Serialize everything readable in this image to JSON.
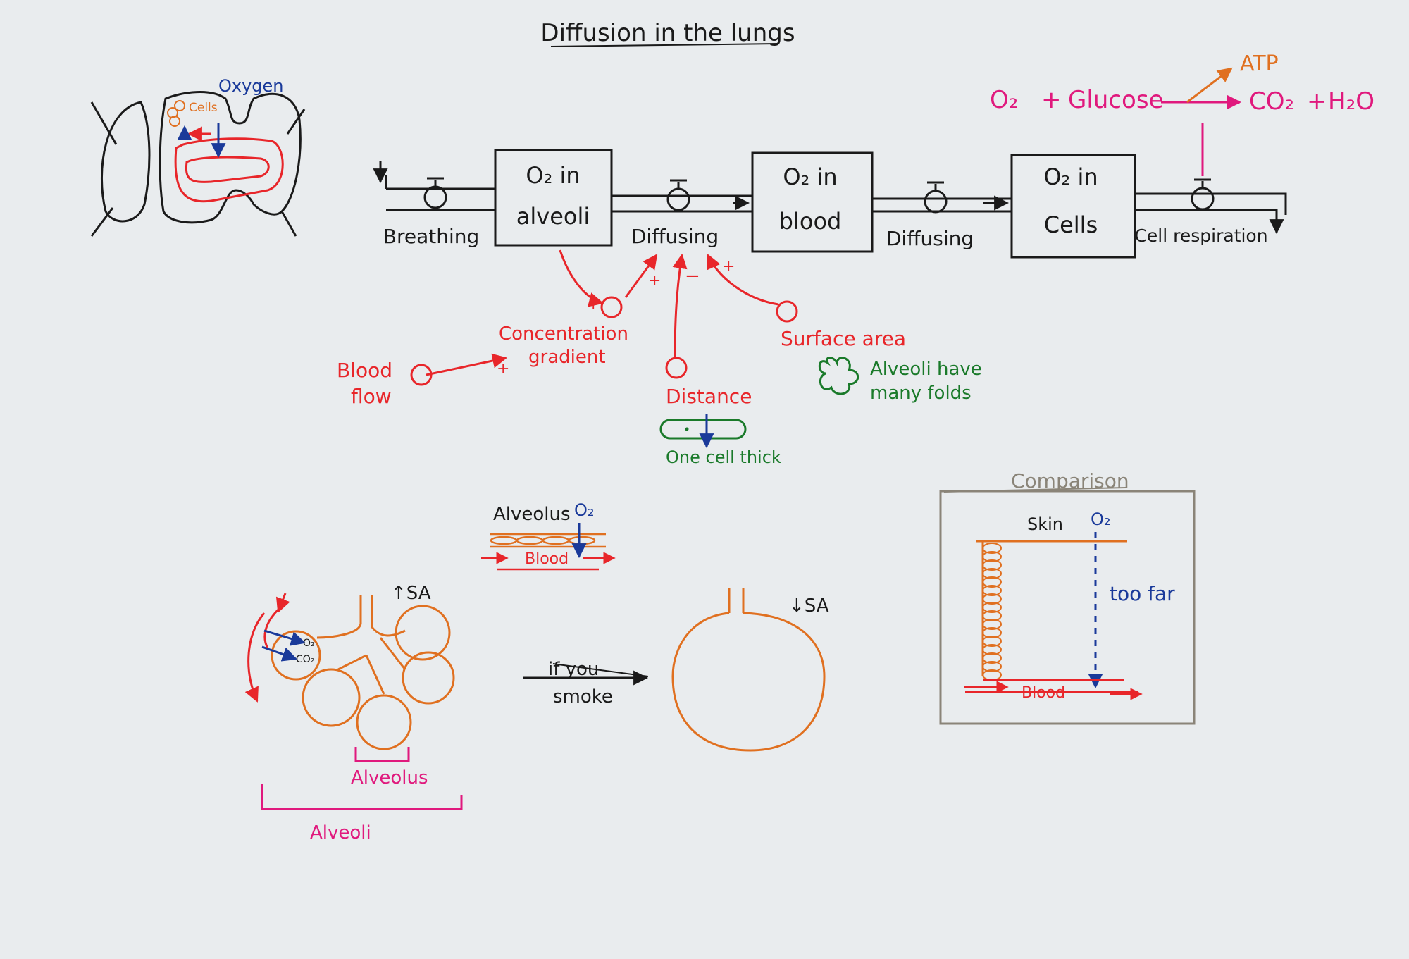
{
  "title": "Diffusion in the lungs",
  "colors": {
    "paper": "#e9ecee",
    "black": "#1a1a1a",
    "red": "#e8262a",
    "magenta": "#e0197d",
    "blue": "#1a3a9a",
    "green": "#1a7a2a",
    "orange": "#e07020",
    "grey": "#8a8478"
  },
  "body_sketch": {
    "label_oxygen": "Oxygen",
    "label_cells": "Cells"
  },
  "respiration": {
    "o2": "O₂",
    "plus1": "+",
    "glucose": "Glucose",
    "co2": "CO₂",
    "plus2": "+",
    "h2o": "H₂O",
    "atp": "ATP"
  },
  "flow": {
    "box_alveoli_line1": "O₂ in",
    "box_alveoli_line2": "alveoli",
    "box_blood_line1": "O₂ in",
    "box_blood_line2": "blood",
    "box_cells_line1": "O₂ in",
    "box_cells_line2": "Cells",
    "valve_breathing": "Breathing",
    "valve_diffusing_1": "Diffusing",
    "valve_diffusing_2": "Diffusing",
    "valve_cell_respiration": "Cell respiration"
  },
  "factors": {
    "concentration_line1": "Concentration",
    "concentration_line2": "gradient",
    "blood_flow_line1": "Blood",
    "blood_flow_line2": "flow",
    "distance": "Distance",
    "surface_area": "Surface area",
    "sign_plus_conc": "+",
    "sign_plus_bloodflow": "+",
    "sign_plus_diffuse": "+",
    "sign_minus_distance": "−",
    "sign_plus_surface": "+",
    "one_cell_thick": "One cell thick",
    "folds_line1": "Alveoli have",
    "folds_line2": "many folds"
  },
  "alveolus_wall": {
    "alveolus": "Alveolus",
    "o2": "O₂",
    "blood": "Blood"
  },
  "lung_detail": {
    "up_sa": "↑SA",
    "down_sa": "↓SA",
    "o2": "O₂",
    "co2": "CO₂",
    "alveolus": "Alveolus",
    "alveoli": "Alveoli",
    "if_you": "if you",
    "smoke": "smoke"
  },
  "comparison": {
    "title": "Comparison",
    "skin": "Skin",
    "o2": "O₂",
    "too_far": "too far",
    "blood": "Blood"
  }
}
